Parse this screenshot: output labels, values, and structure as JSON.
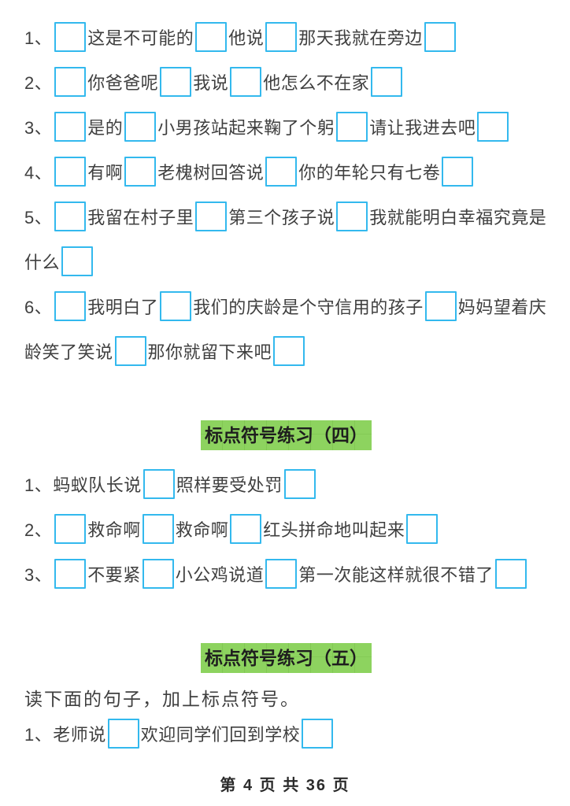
{
  "page": {
    "background": "#ffffff",
    "text_color": "#3f3f3f",
    "box_border_color": "#33b9ee",
    "header_highlight_color": "#8dd35f",
    "footer": "第 4 页 共 36 页"
  },
  "sections": [
    {
      "header": null,
      "instruction": null,
      "items": [
        {
          "number": "1、",
          "segments": [
            {
              "box": true
            },
            {
              "text": "这是不可能的"
            },
            {
              "box": true
            },
            {
              "text": "他说"
            },
            {
              "box": true
            },
            {
              "text": "那天我就在旁边"
            },
            {
              "box": true
            }
          ]
        },
        {
          "number": "2、",
          "segments": [
            {
              "box": true
            },
            {
              "text": "你爸爸呢"
            },
            {
              "box": true
            },
            {
              "text": "我说"
            },
            {
              "box": true
            },
            {
              "text": "他怎么不在家"
            },
            {
              "box": true
            }
          ]
        },
        {
          "number": "3、",
          "segments": [
            {
              "box": true
            },
            {
              "text": "是的"
            },
            {
              "box": true
            },
            {
              "text": "小男孩站起来鞠了个躬"
            },
            {
              "box": true
            },
            {
              "text": "请让我进去吧"
            },
            {
              "box": true
            }
          ]
        },
        {
          "number": "4、",
          "segments": [
            {
              "box": true
            },
            {
              "text": "有啊"
            },
            {
              "box": true
            },
            {
              "text": "老槐树回答说"
            },
            {
              "box": true
            },
            {
              "text": "你的年轮只有七卷"
            },
            {
              "box": true
            }
          ]
        },
        {
          "number": "5、",
          "segments": [
            {
              "box": true
            },
            {
              "text": "我留在村子里"
            },
            {
              "box": true
            },
            {
              "text": "第三个孩子说"
            },
            {
              "box": true
            },
            {
              "text": "我就能明白幸福究竟是什么"
            },
            {
              "box": true
            }
          ]
        },
        {
          "number": "6、",
          "segments": [
            {
              "box": true
            },
            {
              "text": "我明白了"
            },
            {
              "box": true
            },
            {
              "text": "我们的庆龄是个守信用的孩子"
            },
            {
              "box": true
            },
            {
              "text": "妈妈望着庆龄笑了笑说"
            },
            {
              "box": true
            },
            {
              "text": "那你就留下来吧"
            },
            {
              "box": true
            }
          ]
        }
      ]
    },
    {
      "header": "标点符号练习（四）",
      "instruction": null,
      "items": [
        {
          "number": "1、",
          "segments": [
            {
              "text": "蚂蚁队长说"
            },
            {
              "box": true
            },
            {
              "text": "照样要受处罚"
            },
            {
              "box": true
            }
          ]
        },
        {
          "number": "2、",
          "segments": [
            {
              "box": true
            },
            {
              "text": "救命啊"
            },
            {
              "box": true
            },
            {
              "text": "救命啊"
            },
            {
              "box": true
            },
            {
              "text": "红头拼命地叫起来"
            },
            {
              "box": true
            }
          ]
        },
        {
          "number": "3、",
          "segments": [
            {
              "box": true
            },
            {
              "text": "不要紧"
            },
            {
              "box": true
            },
            {
              "text": "小公鸡说道"
            },
            {
              "box": true
            },
            {
              "text": "第一次能这样就很不错了"
            },
            {
              "box": true
            }
          ]
        }
      ]
    },
    {
      "header": "标点符号练习（五）",
      "instruction": "读下面的句子，加上标点符号。",
      "items": [
        {
          "number": "1、",
          "segments": [
            {
              "text": "老师说"
            },
            {
              "box": true
            },
            {
              "text": "欢迎同学们回到学校"
            },
            {
              "box": true
            }
          ]
        }
      ]
    }
  ]
}
